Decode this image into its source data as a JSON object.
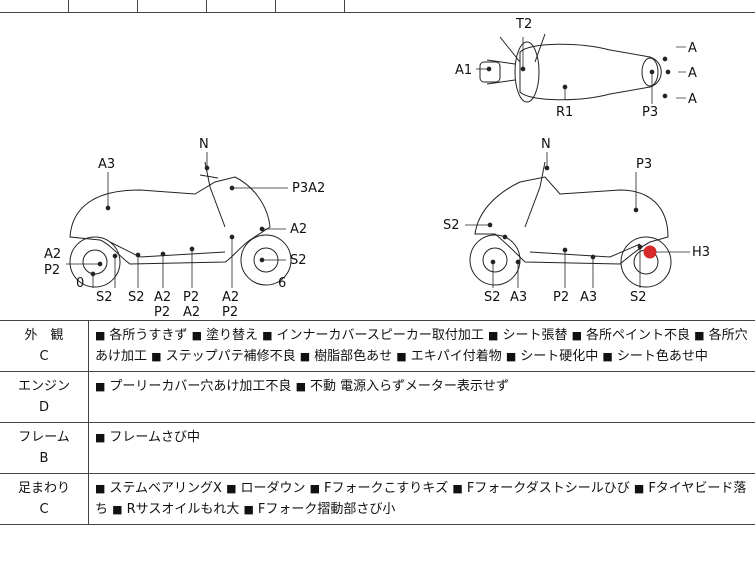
{
  "diagram": {
    "labels": {
      "t2": "T2",
      "a1": "A1",
      "r1": "R1",
      "p3_top": "P3",
      "a_1": "A",
      "a_2": "A",
      "a_3": "A",
      "n_left": "N",
      "a3_left": "A3",
      "p3a2": "P3A2",
      "a2_left_r": "A2",
      "a2_left": "A2",
      "p2_left": "P2",
      "s2_left_r": "S2",
      "zero": "0",
      "six": "6",
      "b_s2_1": "S2",
      "b_s2_2": "S2",
      "b_a2_1": "A2",
      "b_p2_1": "P2",
      "b_p2_2": "P2",
      "b_a2_2": "A2",
      "b_a2_3": "A2",
      "b_p2_3": "P2",
      "n_right": "N",
      "p3_right": "P3",
      "s2_right_l": "S2",
      "h3": "H3",
      "r_s2_1": "S2",
      "r_a3_1": "A3",
      "r_p2": "P2",
      "r_a3_2": "A3",
      "r_s2_2": "S2"
    }
  },
  "sections": [
    {
      "name": "外　観",
      "grade": "C",
      "items": [
        "各所うすきず",
        "塗り替え",
        "インナーカバースピーカー取付加工",
        "シート張替",
        "各所ペイント不良",
        "各所穴あけ加工",
        "ステップパテ補修不良",
        "樹脂部色あせ",
        "エキパイ付着物",
        "シート硬化中",
        "シート色あせ中"
      ]
    },
    {
      "name": "エンジン",
      "grade": "D",
      "items": [
        "プーリーカバー穴あけ加工不良",
        "不動 電源入らずメーター表示せず"
      ]
    },
    {
      "name": "フレーム",
      "grade": "B",
      "items": [
        "フレームさび中"
      ]
    },
    {
      "name": "足まわり",
      "grade": "C",
      "items": [
        "ステムベアリングX",
        "ローダウン",
        "Fフォークこすりキズ",
        "Fフォークダストシールひび",
        "Fタイヤビード落ち",
        "Rサスオイルもれ大",
        "Fフォーク摺動部さび小"
      ]
    }
  ],
  "colors": {
    "line": "#444444",
    "h3_marker": "#d62b2b"
  }
}
